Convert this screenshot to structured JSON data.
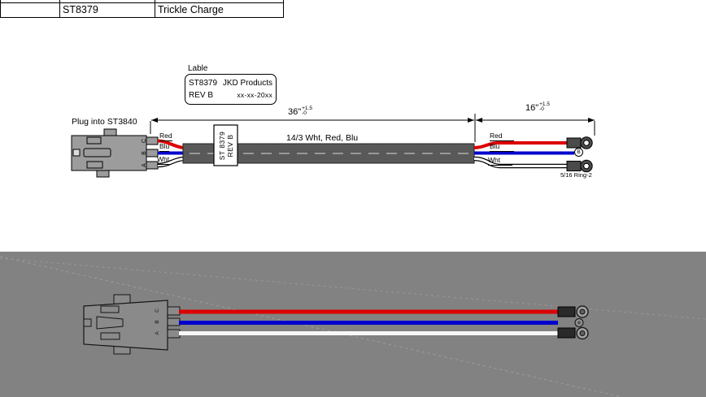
{
  "title_block": {
    "cells": [
      "",
      "ST8379",
      "Trickle Charge"
    ]
  },
  "label_callout": {
    "title": "Lable",
    "part_number": "ST8379",
    "company": "JKD Products",
    "revision": "REV B",
    "date_placeholder": "xx-xx-20xx"
  },
  "schematic": {
    "plug_note": "Plug into ST3840",
    "pin_labels": [
      "C",
      "B",
      "A"
    ],
    "left_wire_labels": {
      "red": "Red",
      "blue": "Blu",
      "white": "Wht"
    },
    "right_wire_labels": {
      "red": "Red",
      "blue": "Blu",
      "white": "Wht"
    },
    "cable_label": "14/3 Wht, Red, Blu",
    "sleeve_label": {
      "line1": "ST 8379",
      "line2": "REV B"
    },
    "dimensions": {
      "overall": {
        "value": "36\"",
        "tol_plus": "+1.5",
        "tol_minus": "-0"
      },
      "breakout": {
        "value": "16\"",
        "tol_plus": "+1.5",
        "tol_minus": "-0"
      }
    },
    "ring_terminal_note": "5/16 Ring-2",
    "blue_terminal_mark": "B"
  },
  "render_view": {
    "pin_labels": [
      "C",
      "B",
      "A"
    ]
  },
  "colors": {
    "wire_red": "#dd0000",
    "wire_blue": "#0000cc",
    "cable_gray": "#595959",
    "connector_gray": "#9c9c9c",
    "render_background": "#828282"
  }
}
